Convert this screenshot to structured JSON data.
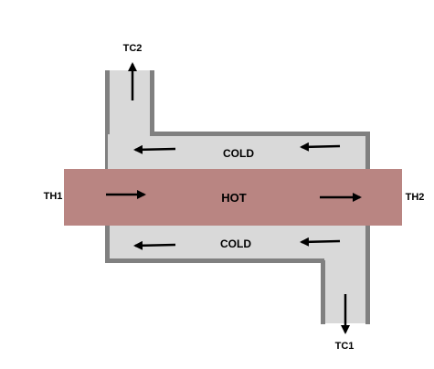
{
  "diagram": {
    "hot_label": "HOT",
    "cold_top_label": "COLD",
    "cold_bottom_label": "COLD",
    "th1_label": "TH1",
    "th2_label": "TH2",
    "tc1_label": "TC1",
    "tc2_label": "TC2"
  },
  "colors": {
    "hot_fluid": "#b98582",
    "cold_fluid": "#d9d9d9",
    "wall": "#808080",
    "arrow": "#000000",
    "text": "#000000"
  }
}
